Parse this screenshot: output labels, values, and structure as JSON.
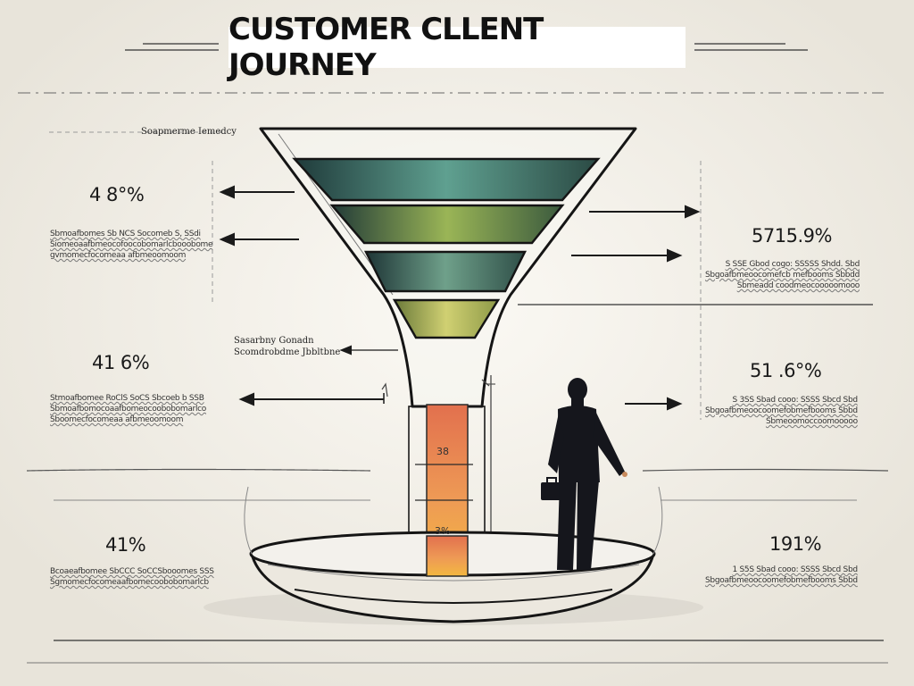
{
  "title": "CUSTOMER CLLENT JOURNEY",
  "header_label": "Soapmerme Iemedcy",
  "left_stats": [
    {
      "pct": "4 8°%",
      "caption": "Sbmoafbomes Sb NCS Socomeb S, SSdi\nSiomeoaafbmeocofoocobomarlcbooobome\ngvmomecfocomeaa afbmeoomoom"
    },
    {
      "pct": "41 6%",
      "caption": "Stmoafbomee RoClS SoCS Sbcoeb b SSB\nSbmoafbomocoaafbomeocoobobomarlco\nSboomecfocomeaa afbmeoomoom"
    },
    {
      "pct": "41%",
      "caption": "Bcoaeafbomee SbCCC SoCCSbooomes SSS\nSgmomecfocomeaafbomecoobobomarlcb"
    }
  ],
  "right_stats": [
    {
      "pct": "5715.9%",
      "caption": "S SSE Gbod cogo: SSSSS Shdd. Sbd\nSbgoafbmeoocomefcb mefbooms Sbbdd\nSbmeadd coodmeocooooomooo"
    },
    {
      "pct": "51 .6°%",
      "caption": "S 3SS Sbad cooo: SSSS Sbcd Sbd\nSbgoafbmeoocoomefobmefbooms Sbbd\nSbmeoomoccoomooooo"
    },
    {
      "pct": "191%",
      "caption": "1 S5S Sbad cooo: SSSS Sbcd Sbd\nSbgoafbmeoocoomefobmefbooms Sbbd"
    }
  ],
  "mid_label": {
    "line1": "Sasarbny Gonadn",
    "line2": "Scomdrobdme Jbbltbne"
  },
  "column_levels": [
    "38",
    "3%"
  ],
  "colors": {
    "bg": "#efece4",
    "band1": "#3f7a6e",
    "band2": "#8da548",
    "band3": "#5d8f7c",
    "band4": "#c0c458",
    "col_top": "#e07a5a",
    "col_bottom": "#f0b042",
    "ink": "#111111",
    "person": "#15161c"
  }
}
